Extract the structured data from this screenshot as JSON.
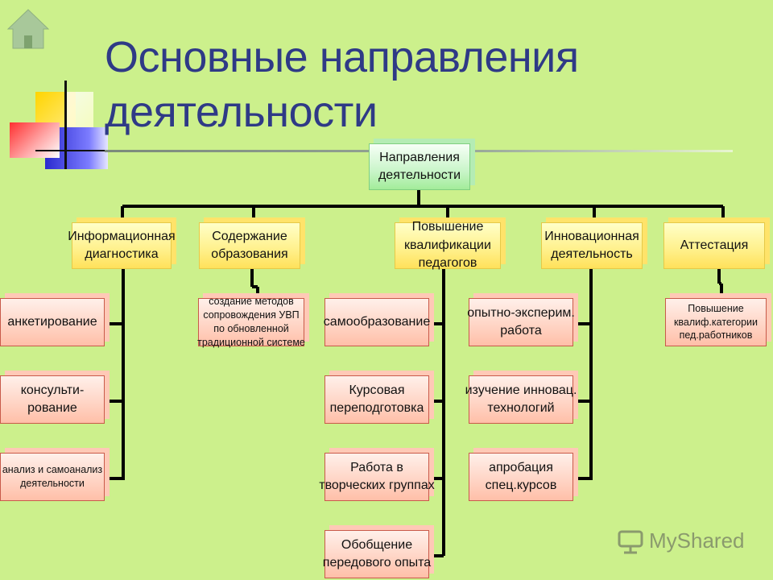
{
  "title": {
    "line1": "Основные направления",
    "line2": "деятельности"
  },
  "root": {
    "line1": "Направления",
    "line2": "деятельности"
  },
  "level1": {
    "info": {
      "line1": "Информационная",
      "line2": "диагностика"
    },
    "content": {
      "line1": "Содержание",
      "line2": "образования"
    },
    "qualification": {
      "line1": "Повышение",
      "line2": "квалификации",
      "line3": "педагогов"
    },
    "innovation": {
      "line1": "Инновационная",
      "line2": "деятельность"
    },
    "attestation": {
      "line1": "Аттестация"
    }
  },
  "info_children": [
    {
      "line1": "анкетирование"
    },
    {
      "line1": "консульти-",
      "line2": "рование"
    },
    {
      "line1": "анализ и самоанализ",
      "line2": "деятельности"
    }
  ],
  "content_children": [
    {
      "line1": "создание методов",
      "line2": "сопровождения УВП",
      "line3": "по обновленной",
      "line4": "традиционной системе"
    }
  ],
  "qualification_children": [
    {
      "line1": "самообразование"
    },
    {
      "line1": "Курсовая",
      "line2": "переподготовка"
    },
    {
      "line1": "Работа в",
      "line2": "творческих группах"
    },
    {
      "line1": "Обобщение",
      "line2": "передового опыта"
    }
  ],
  "innovation_children": [
    {
      "line1": "опытно-эксперим.",
      "line2": "работа"
    },
    {
      "line1": "изучение инновац.",
      "line2": "технологий"
    },
    {
      "line1": "апробация",
      "line2": "спец.курсов"
    }
  ],
  "attestation_children": [
    {
      "line1": "Повышение",
      "line2": "квалиф.категории",
      "line3": "пед.работников"
    }
  ],
  "watermark": {
    "text": "MyShared"
  },
  "icons": {
    "home": "home-icon",
    "watermark": "presentation-icon"
  }
}
